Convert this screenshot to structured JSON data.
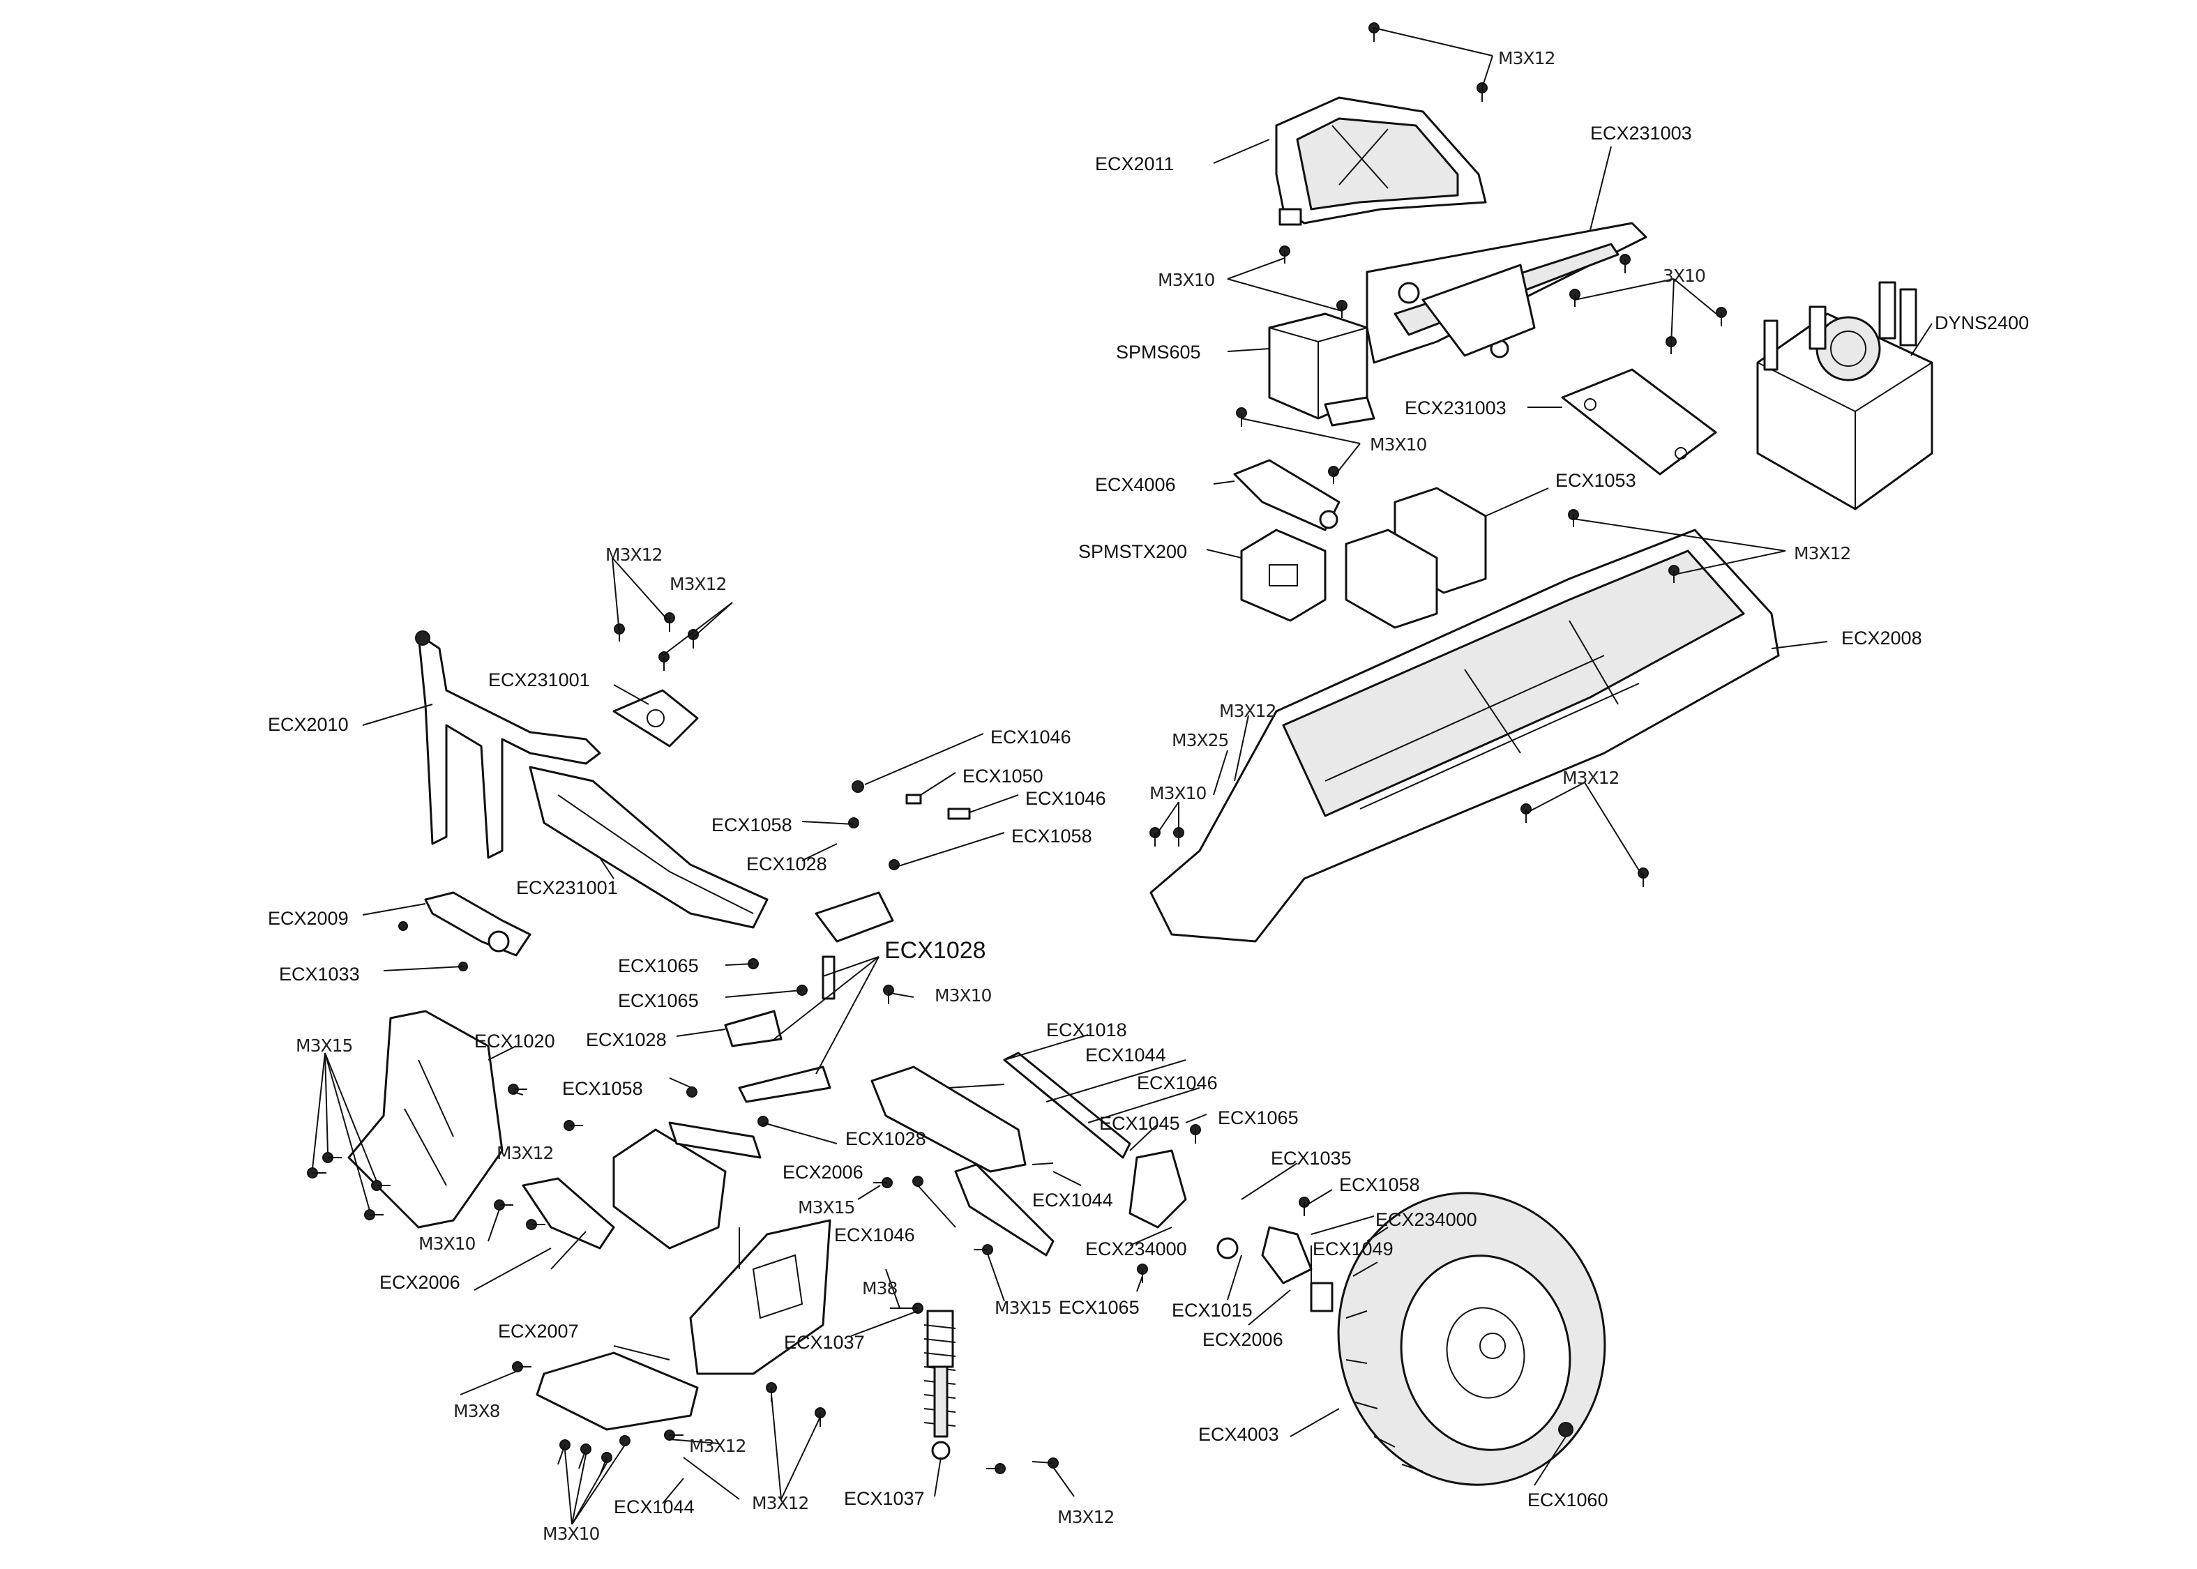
{
  "labels": {
    "m3x12_top": "M3X12",
    "ecx2011": "ECX2011",
    "ecx231003_top": "ECX231003",
    "m3x10_a": "M3X10",
    "m3x10_b": "3X10",
    "spms605": "SPMS605",
    "dyns2400": "DYNS2400",
    "ecx231003_mid": "ECX231003",
    "m3x10_c": "M3X10",
    "ecx4006": "ECX4006",
    "ecx1053": "ECX1053",
    "spmstx200": "SPMSTX200",
    "m3x12_right": "M3X12",
    "ecx2008": "ECX2008",
    "m3x12_bl1": "M3X12",
    "m3x12_bl2": "M3X12",
    "ecx231001_a": "ECX231001",
    "ecx2010": "ECX2010",
    "ecx1046_a": "ECX1046",
    "ecx1050": "ECX1050",
    "ecx1046_b": "ECX1046",
    "ecx1058_a": "ECX1058",
    "ecx1058_b": "ECX1058",
    "ecx1028_a": "ECX1028",
    "ecx231001_b": "ECX231001",
    "m3x12_chassis": "M3X12",
    "m3x25": "M3X25",
    "m3x10_chassis": "M3X10",
    "m3x12_chassis2": "M3X12",
    "ecx2009": "ECX2009",
    "ecx1033": "ECX1033",
    "ecx1028_big": "ECX1028",
    "ecx1065_a": "ECX1065",
    "ecx1065_b": "ECX1065",
    "m3x10_mid": "M3X10",
    "m3x15_a": "M3X15",
    "ecx1020": "ECX1020",
    "ecx1028_b": "ECX1028",
    "ecx1018": "ECX1018",
    "ecx1044_a": "ECX1044",
    "ecx1058_c": "ECX1058",
    "ecx1046_c": "ECX1046",
    "ecx1045": "ECX1045",
    "ecx1065_c": "ECX1065",
    "m3x12_c": "M3X12",
    "ecx1028_c": "ECX1028",
    "ecx2006_a": "ECX2006",
    "ecx1035": "ECX1035",
    "ecx1058_d": "ECX1058",
    "ecx1044_b": "ECX1044",
    "m3x15_b": "M3X15",
    "ecx234000_a": "ECX234000",
    "m3x10_d": "M3X10",
    "ecx1046_d": "ECX1046",
    "ecx234000_b": "ECX234000",
    "ecx1049": "ECX1049",
    "ecx2006_b": "ECX2006",
    "m3x15_c": "M3X15",
    "m3x8_a": "M38",
    "ecx1065_d": "ECX1065",
    "ecx1015": "ECX1015",
    "ecx2006_c": "ECX2006",
    "ecx2007": "ECX2007",
    "ecx1037_a": "ECX1037",
    "m3x8_b": "M3X8",
    "ecx4003": "ECX4003",
    "m3x12_d": "M3X12",
    "ecx1044_c": "ECX1044",
    "m3x12_e": "M3X12",
    "ecx1037_b": "ECX1037",
    "m3x12_f": "M3X12",
    "ecx1060": "ECX1060",
    "m3x10_e": "M3X10"
  },
  "colors": {
    "line": "#111111",
    "background": "#ffffff"
  }
}
